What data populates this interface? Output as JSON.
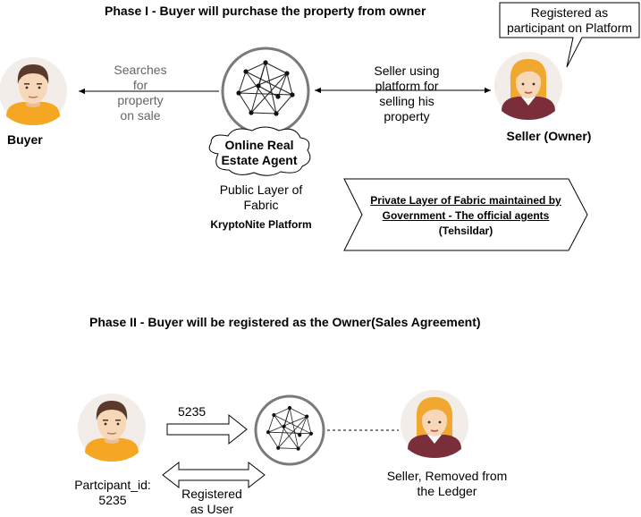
{
  "phase1": {
    "title": "Phase I - Buyer will purchase the property from owner",
    "buyer_label": "Buyer",
    "buyer_action": [
      "Searches",
      "for",
      "property",
      "on sale"
    ],
    "agent_cloud": [
      "Online Real",
      "Estate Agent"
    ],
    "public_layer": [
      "Public Layer of",
      "Fabric"
    ],
    "platform_name": "KryptoNite Platform",
    "seller_action": [
      "Seller using",
      "platform for",
      "selling his",
      "property"
    ],
    "seller_label": "Seller (Owner)",
    "seller_callout": [
      "Registered as",
      "participant on Platform"
    ],
    "private_layer": [
      "Private Layer of Fabric maintained by",
      "Government - The official agents",
      "(Tehsildar)"
    ]
  },
  "phase2": {
    "title": "Phase II - Buyer will be registered as the Owner(Sales Agreement)",
    "id_value": "5235",
    "participant_id": [
      "Partcipant_id:",
      "5235"
    ],
    "registered": [
      "Registered",
      "as User"
    ],
    "seller_removed": [
      "Seller, Removed from",
      "the Ledger"
    ]
  },
  "colors": {
    "skin": "#f6d7b8",
    "male_hair": "#5a3a2a",
    "female_hair": "#f0a830",
    "shirt_orange": "#f5a623",
    "shirt_maroon": "#7a2e3a",
    "avatar_bg": "#f2ede8",
    "node_ring": "#7a7a7a"
  }
}
